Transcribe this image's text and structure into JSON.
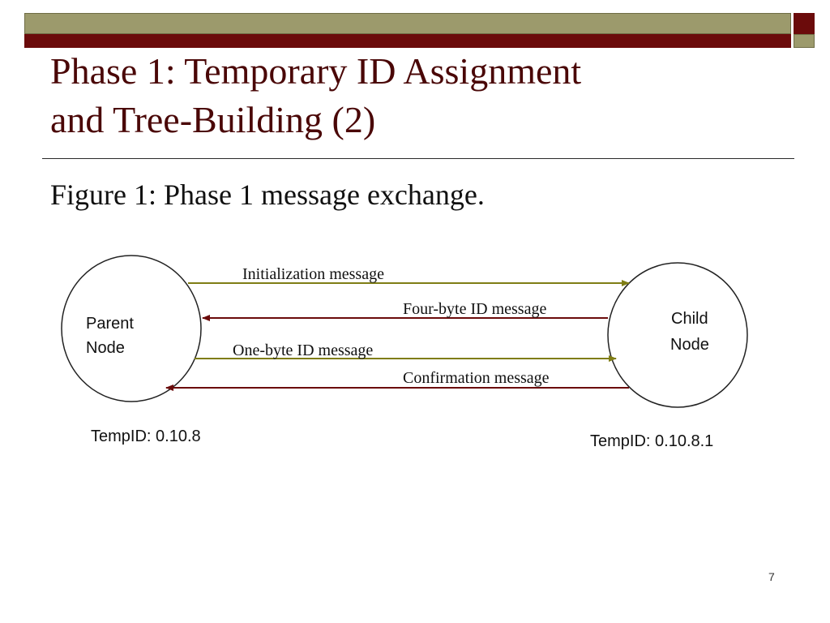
{
  "slide": {
    "title": "Phase 1: Temporary ID Assignment\nand Tree-Building (2)",
    "subtitle": "Figure 1: Phase 1 message exchange.",
    "page_number": "7"
  },
  "diagram": {
    "parent": {
      "label_line1": "Parent",
      "label_line2": "Node",
      "temp_id": "TempID: 0.10.8"
    },
    "child": {
      "label_line1": "Child",
      "label_line2": "Node",
      "temp_id": "TempID: 0.10.8.1"
    },
    "messages": [
      {
        "label": "Initialization message",
        "direction": "parent-to-child"
      },
      {
        "label": "Four-byte ID message",
        "direction": "child-to-parent"
      },
      {
        "label": "One-byte ID message",
        "direction": "parent-to-child"
      },
      {
        "label": "Confirmation message",
        "direction": "child-to-parent"
      }
    ]
  },
  "colors": {
    "title": "#4a0707",
    "olive_bar": "#9c9a6c",
    "maroon_bar": "#6b0b0b",
    "arrow_olive": "#7f7d15",
    "arrow_maroon": "#6b0b0b"
  }
}
